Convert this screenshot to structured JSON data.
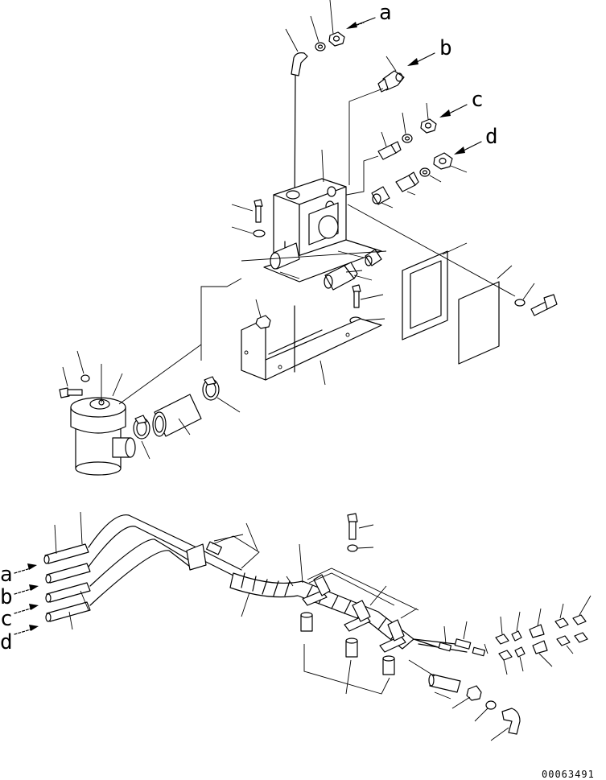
{
  "labels": {
    "a": "a",
    "b": "b",
    "c": "c",
    "d": "d"
  },
  "drawing_number": "00063491"
}
